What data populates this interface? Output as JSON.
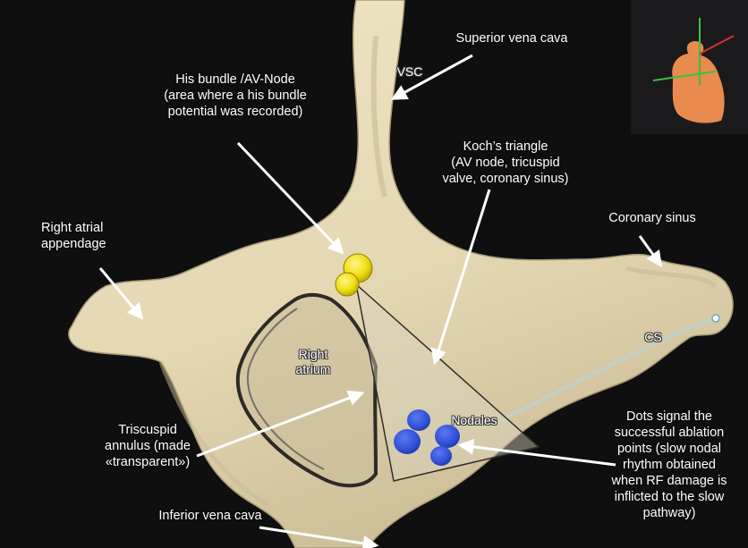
{
  "labels": {
    "superior_vena_cava": "Superior vena cava",
    "vsc": "VSC",
    "his_bundle": "His bundle /AV-Node\n(area where a his bundle\npotential was recorded)",
    "kochs_triangle": "Koch’s triangle\n(AV node, tricuspid\nvalve, coronary sinus)",
    "right_atrial_appendage": "Right atrial\nappendage",
    "coronary_sinus": "Coronary sinus",
    "right_atrium": "Right\natrium",
    "cs": "CS",
    "nodales": "Nodales",
    "triscuspid_annulus": "Triscuspid\nannulus (made\n«transparent»)",
    "dots_signal": "Dots signal the\nsuccessful ablation\npoints (slow nodal\nrhythm obtained\nwhen RF damage is\ninflicted to the slow\npathway)",
    "inferior_vena_cava": "Inferior vena cava"
  },
  "colors": {
    "background": "#0f0f10",
    "heart": "#e7dcb9",
    "heart_shadow": "#b9ad8c",
    "his_marker": "#f2e21c",
    "ablation_dots": "#2f4fd6",
    "arrows": "#ffffff",
    "orientation_model": "#e98a4e"
  }
}
